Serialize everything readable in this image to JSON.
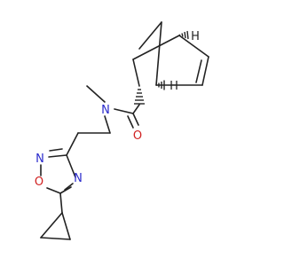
{
  "molecule": {
    "atoms": [
      {
        "id": "N_amide",
        "label": "N",
        "color": "#2a2acc"
      },
      {
        "id": "O_carbonyl",
        "label": "O",
        "color": "#d02020"
      },
      {
        "id": "O_ring",
        "label": "O",
        "color": "#d02020"
      },
      {
        "id": "N_ring_a",
        "label": "N",
        "color": "#2a2acc"
      },
      {
        "id": "N_ring_b",
        "label": "N",
        "color": "#2a2acc"
      }
    ],
    "stereo_labels": [
      {
        "id": "H_top",
        "label": "H"
      },
      {
        "id": "H_mid",
        "label": "H"
      }
    ]
  },
  "colors": {
    "bond": "#222222",
    "nitrogen": "#2a2acc",
    "oxygen": "#d02020"
  }
}
